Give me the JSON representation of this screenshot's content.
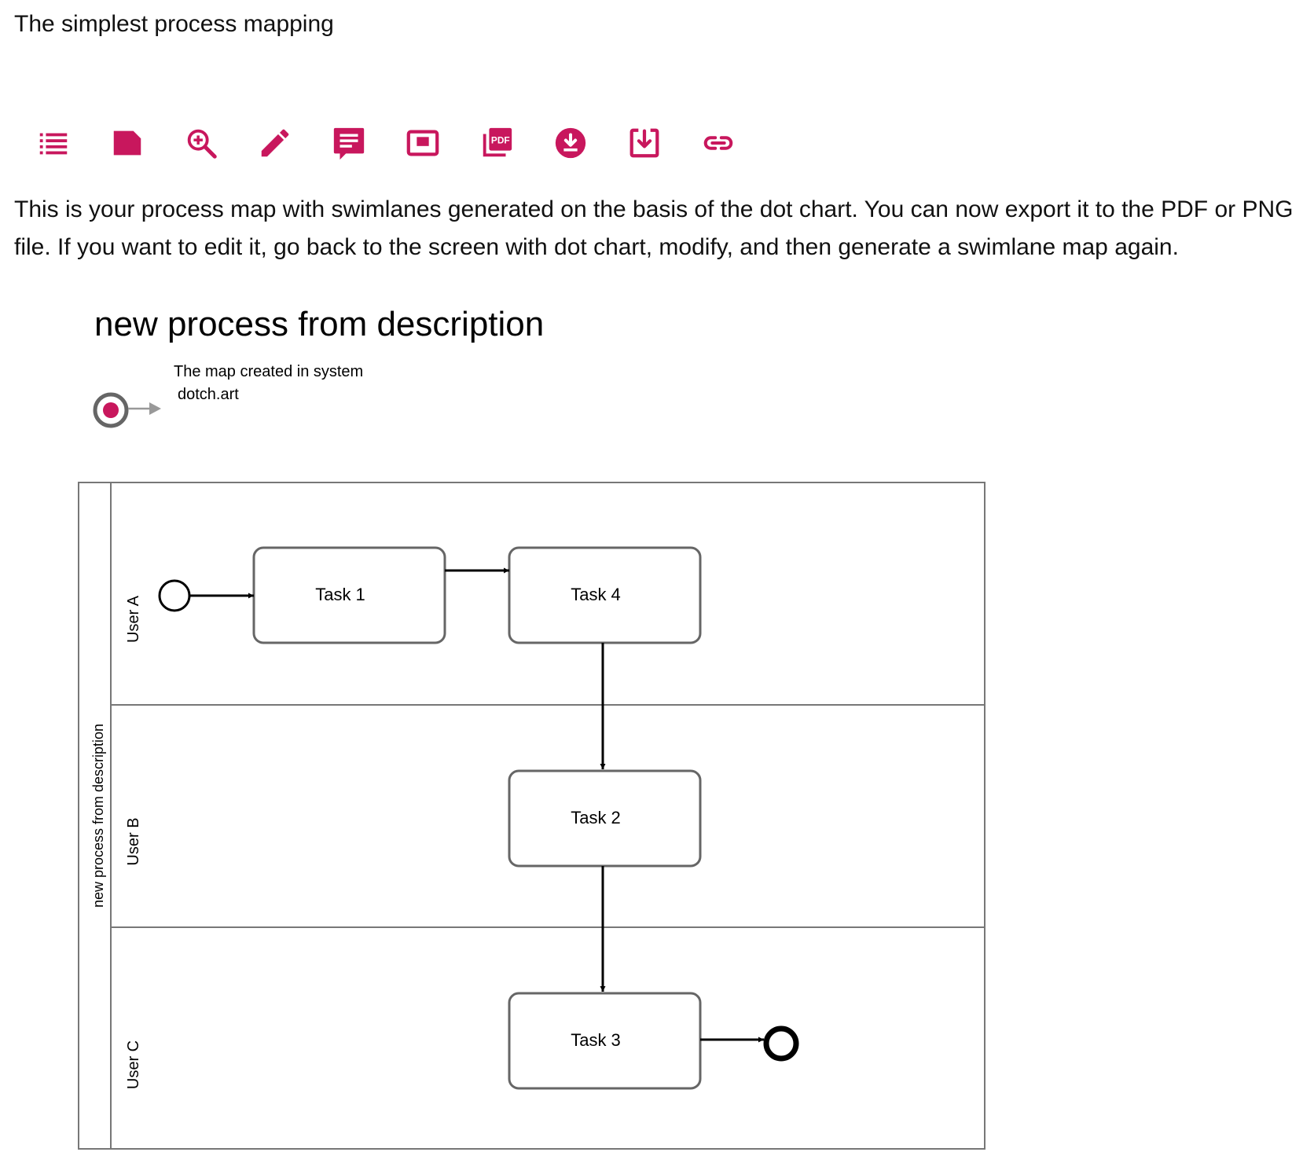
{
  "app": {
    "title": "The simplest process mapping"
  },
  "colors": {
    "accent": "#c8175d",
    "lane_border": "#777777",
    "task_border": "#666666"
  },
  "toolbar": {
    "items": [
      {
        "icon": "list-icon"
      },
      {
        "icon": "note-icon"
      },
      {
        "icon": "zoom-in-icon"
      },
      {
        "icon": "pencil-icon"
      },
      {
        "icon": "comment-icon"
      },
      {
        "icon": "fullscreen-window-icon"
      },
      {
        "icon": "pdf-icon",
        "badge": "PDF"
      },
      {
        "icon": "download-circle-icon"
      },
      {
        "icon": "save-to-device-icon"
      },
      {
        "icon": "link-icon"
      }
    ]
  },
  "description": "This is your process map with swimlanes generated on the basis of the dot chart. You can now export it to the PDF or PNG file. If you want to edit it, go back to the screen with dot chart, modify, and then generate a swimlane map again.",
  "diagram": {
    "title": "new process from description",
    "legend": {
      "line1": "The map created in system",
      "line2": "dotch.art"
    },
    "pool_label": "new process from description",
    "lanes": [
      "User A",
      "User B",
      "User C"
    ],
    "tasks": [
      "Task 1",
      "Task 4",
      "Task 2",
      "Task 3"
    ]
  }
}
